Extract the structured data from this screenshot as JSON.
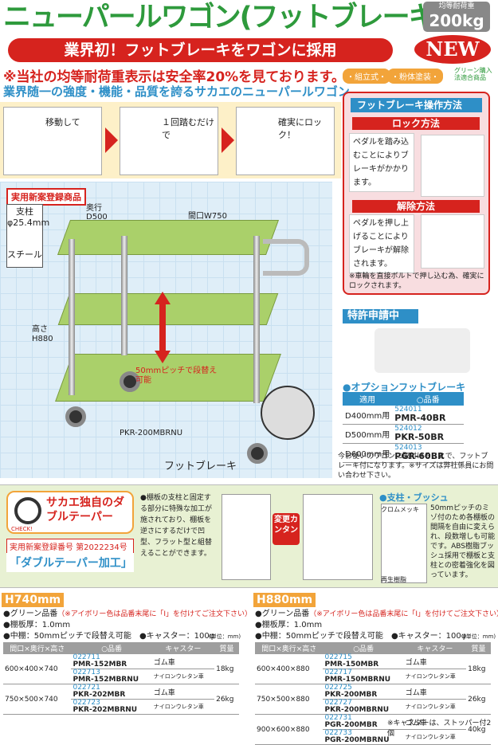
{
  "header": {
    "title": "ニューパールワゴン(フットブレーキ付)",
    "capacity_label": "均等耐荷重",
    "capacity_value": "200kg",
    "new_badge": "NEW",
    "banner": "業界初！フットブレーキをワゴンに採用",
    "warning": "※当社の均等耐荷重表示は安全率20%を見ております。",
    "subtitle": "業界随一の強度・機能・品質を誇るサカエのニューパールワゴン",
    "tags": [
      "・組立式・",
      "・粉体塗装・"
    ],
    "green_buy": "グリーン購入法適合商品"
  },
  "steps": [
    "移動して",
    "１回踏むだけで",
    "確実にロック！"
  ],
  "product": {
    "badge": "実用新案登録商品",
    "post_label": "支柱",
    "post_size": "φ25.4mm",
    "post_material": "スチール",
    "depth": "奥行D500",
    "width": "間口W750",
    "height": "高さH880",
    "pitch": "50mmピッチで段替え可能",
    "model": "PKR-200MBRNU",
    "foot_brake": "フットブレーキ"
  },
  "foot_op": {
    "title": "フットブレーキ操作方法",
    "lock_title": "ロック方法",
    "lock_text": "ペダルを踏み込むことによりブレーキがかかります。",
    "release_title": "解除方法",
    "release_text": "ペダルを押し上げることによりブレーキが解除されます。",
    "note": "※車輪を直接ボルトで押し込む為、確実にロックされます。"
  },
  "patent": "特許申請中",
  "options": {
    "title": "●オプションフットブレーキ",
    "headers": [
      "適用",
      "○品番"
    ],
    "rows": [
      {
        "use": "D400mm用",
        "small": "524011",
        "code": "PMR-40BR"
      },
      {
        "use": "D500mm用",
        "small": "524012",
        "code": "PKR-50BR"
      },
      {
        "use": "D600mm用",
        "small": "524013",
        "code": "PGR-60BR"
      }
    ],
    "note": "今お使いのワゴンに取付けることで、フットブレーキ付になります。※サイズは弊社係員にお問い合わせ下さい。"
  },
  "taper": {
    "title": "サカエ独自のダブルテーパー",
    "check": "CHECK!",
    "reg": "実用新案登録番号 第2022234号",
    "process": "「ダブルテーパー加工」",
    "desc": "●棚板の支柱と固定する部分に特殊な加工が施されており、棚板を逆さにするだけで凹型、フラット型と組替えることができます。",
    "change": "変更カンタン",
    "bush_title": "●支柱・ブッシュ",
    "bush_desc": "50mmピッチのミゾ付のため各棚板の間隔を自由に変えられ、段数増しも可能です。ABS樹脂ブッシュ採用で棚板と支柱との密着強化を図っています。",
    "chrome": "クロムメッキ",
    "resin": "再生樹脂"
  },
  "h740": {
    "label": "H740mm",
    "grade": "●グリーン品番",
    "ivory": "（※アイボリー色は品番末尾に「I」を付けてご注文下さい）",
    "thick": "●棚板厚：1.0mm",
    "mid": "●中棚：50mmピッチで段替え可能",
    "caster": "●キャスター：100φ",
    "unit": "(単位：mm)",
    "headers": [
      "間口×奥行×高さ",
      "○品番",
      "キャスター",
      "質量"
    ],
    "rows": [
      {
        "size": "600×400×740",
        "s1": "022711",
        "c1": "PMR-152MBR",
        "s2": "022713",
        "c2": "PMR-152MBRNU",
        "cast1": "ゴム車",
        "cast2": "ナイロンウレタン車",
        "mass": "18kg"
      },
      {
        "size": "750×500×740",
        "s1": "022721",
        "c1": "PKR-202MBR",
        "s2": "022723",
        "c2": "PKR-202MBRNU",
        "cast1": "ゴム車",
        "cast2": "ナイロンウレタン車",
        "mass": "26kg"
      }
    ]
  },
  "h880": {
    "label": "H880mm",
    "grade": "●グリーン品番",
    "ivory": "（※アイボリー色は品番末尾に「I」を付けてご注文下さい）",
    "thick": "●棚板厚：1.0mm",
    "mid": "●中棚：50mmピッチで段替え可能",
    "caster": "●キャスター：100φ",
    "unit": "(単位：mm)",
    "headers": [
      "間口×奥行×高さ",
      "○品番",
      "キャスター",
      "質量"
    ],
    "rows": [
      {
        "size": "600×400×880",
        "s1": "022715",
        "c1": "PMR-150MBR",
        "s2": "022717",
        "c2": "PMR-150MBRNU",
        "cast1": "ゴム車",
        "cast2": "ナイロンウレタン車",
        "mass": "18kg"
      },
      {
        "size": "750×500×880",
        "s1": "022725",
        "c1": "PKR-200MBR",
        "s2": "022727",
        "c2": "PKR-200MBRNU",
        "cast1": "ゴム車",
        "cast2": "ナイロンウレタン車",
        "mass": "26kg"
      },
      {
        "size": "900×600×880",
        "s1": "022731",
        "c1": "PGR-200MBR",
        "s2": "022733",
        "c2": "PGR-200MBRNU",
        "cast1": "ゴム車",
        "cast2": "ナイロンウレタン車",
        "mass": "40kg"
      }
    ]
  },
  "footer": "※キャスターは、ストッパー付2個"
}
